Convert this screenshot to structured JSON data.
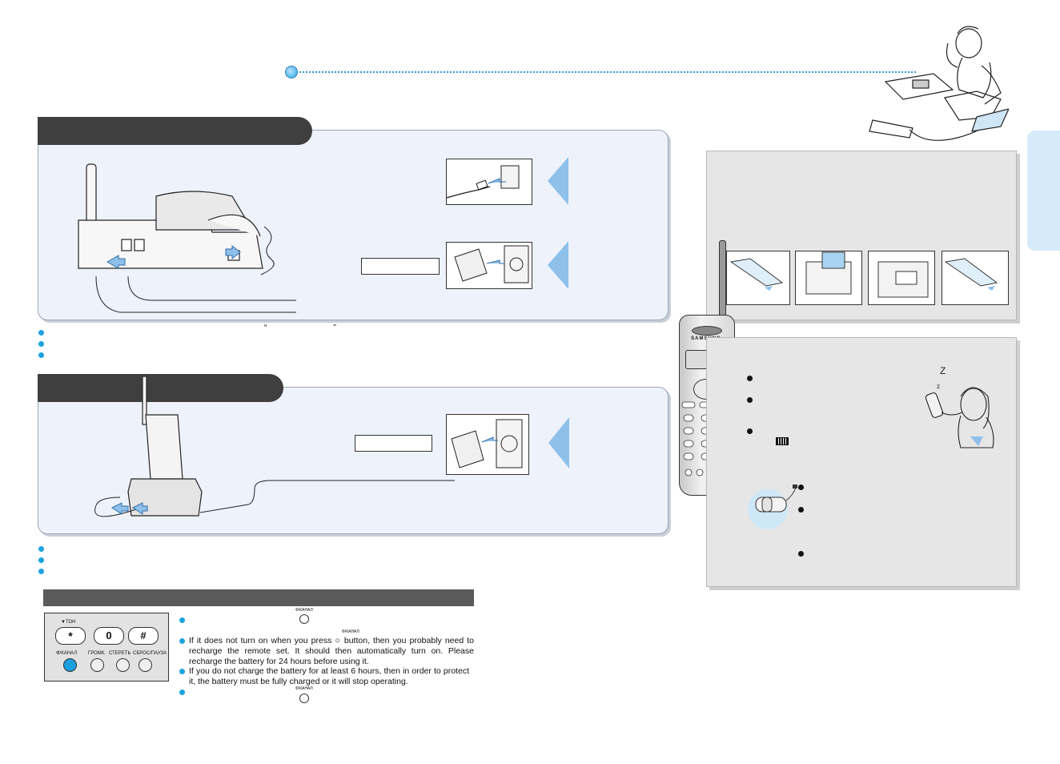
{
  "colors": {
    "accent": "#1aa3e0",
    "panel": "#eef3fb",
    "tab": "#3f3f3f",
    "gray_panel": "#e6e6e6",
    "arrow": "#8fc0ea"
  },
  "top_quote": "“ ”",
  "handset": {
    "brand": "SAMSUNG"
  },
  "keypad_photo": {
    "ton_label": "▼TOH",
    "keys": [
      "*",
      "0",
      "#"
    ],
    "bottom_labels": [
      "Ф/КАНАЛ",
      "ГРОМК.",
      "СТЕРЕТЬ",
      "СБРОС/ПАУЗА"
    ]
  },
  "power_notes": {
    "button_label": "Ф/КАНАЛ",
    "items": [
      {
        "text": ""
      },
      {
        "text": "If it does not turn on when you press ○ button, then you probably need to recharge the remote set.  It should then automatically turn on. Please recharge the battery for 24 hours before using it."
      },
      {
        "text": "If you do not charge the battery for at least 6 hours, then in order to protect it, the battery must be fully charged or it will stop operating."
      },
      {
        "text": ""
      }
    ]
  }
}
